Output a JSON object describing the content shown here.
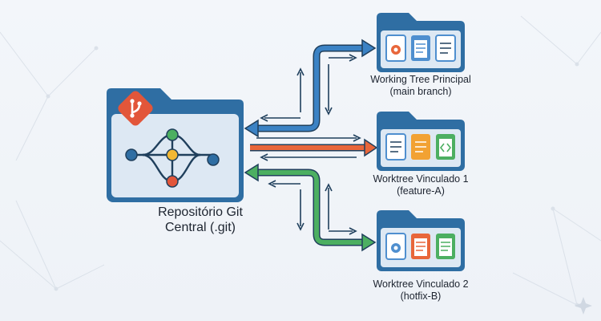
{
  "central": {
    "title_line1": "Repositório Git",
    "title_line2": "Central (.git)",
    "folder_color": "#2f6ea3",
    "panel_color": "#dde8f3",
    "badge_color": "#e2563a",
    "icon": "git-branch-icon"
  },
  "worktrees": [
    {
      "line1": "Working Tree Principal",
      "line2": "(main branch)",
      "arrow_color": "#3b82c4",
      "files": [
        "gear-file-icon",
        "text-file-icon",
        "text-file-icon"
      ]
    },
    {
      "line1": "Worktree Vinculado 1",
      "line2": "(feature-A)",
      "arrow_color": "#e8663a",
      "files": [
        "text-file-icon",
        "code-file-icon",
        "code-file-icon"
      ]
    },
    {
      "line1": "Worktree Vinculado 2",
      "line2": "(hotfix-B)",
      "arrow_color": "#4caf61",
      "files": [
        "gear-file-icon",
        "text-file-icon",
        "text-file-icon"
      ]
    }
  ],
  "colors": {
    "folder_dark": "#2f6ea3",
    "folder_mid": "#4a8bc4",
    "node_blue": "#2f6ea3",
    "node_yellow": "#f2b733",
    "node_red": "#e2563a",
    "node_green": "#4caf61",
    "file_blue": "#4f8fcf",
    "file_orange": "#e8663a",
    "file_green": "#4caf61"
  }
}
